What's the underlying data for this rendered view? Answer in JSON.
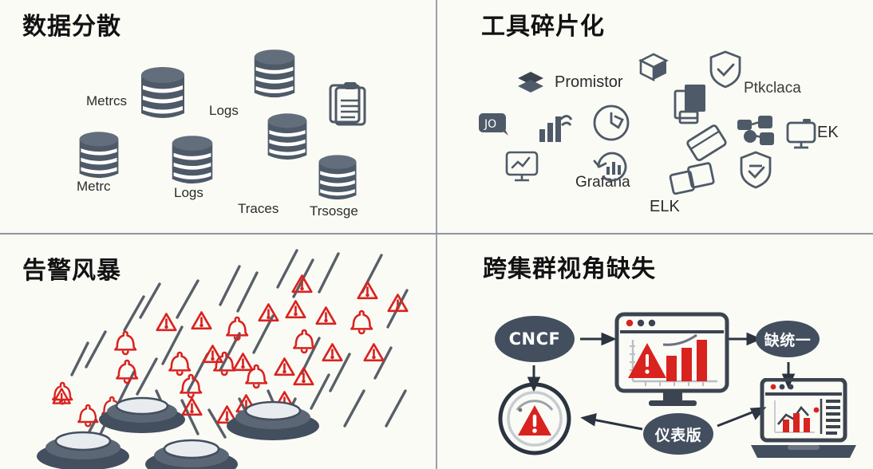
{
  "page": {
    "background_color": "#fbfbf6",
    "divider_color": "#9aa0a6",
    "accent_red": "#d9231f",
    "accent_slate": "#434f5e"
  },
  "quadrants": [
    {
      "id": "data-scattered",
      "title": "数据分散",
      "labels": [
        "Metrcs",
        "Logs",
        "Metrc",
        "Logs",
        "Traces",
        "Trsosge"
      ],
      "icons": [
        "database-icon",
        "database-icon",
        "database-icon",
        "database-icon",
        "database-icon",
        "database-icon",
        "database-icon",
        "clipboard-icon"
      ]
    },
    {
      "id": "tool-fragmentation",
      "title": "工具碎片化",
      "labels": [
        "Promistor",
        "Ptkclaca",
        "EK",
        "Grafana",
        "ELK"
      ],
      "icons": [
        "layers-icon",
        "package-icon",
        "shield-check-icon",
        "speaker-icon",
        "signal-bars-icon",
        "clock-arrow-icon",
        "documents-monitor-icon",
        "chart-monitor-icon",
        "refresh-chart-icon",
        "card-icon",
        "network-nodes-icon",
        "monitor-icon",
        "shield-minus-icon",
        "stacked-cards-icon"
      ]
    },
    {
      "id": "alert-storm",
      "title": "告警风暴",
      "labels": [],
      "icons": [
        "warning-triangle-icon",
        "bell-icon",
        "alarm-button-icon",
        "motion-streak"
      ]
    },
    {
      "id": "cross-cluster-blindspot",
      "title": "跨集群视角缺失",
      "labels": [],
      "icons": [
        "monitor-dashboard-icon",
        "gauge-alert-icon",
        "laptop-dashboard-icon",
        "arrow-right-icon",
        "arrow-down-icon",
        "arrow-diagonal-icon"
      ],
      "nodes": [
        {
          "name": "cncf",
          "label": "CNCF"
        },
        {
          "name": "no-unified",
          "label": "缺统一"
        },
        {
          "name": "dashboard",
          "label": "仪表版"
        }
      ]
    }
  ],
  "top_left": {
    "title": "数据分散",
    "items": [
      {
        "label": "Metrcs"
      },
      {
        "label": "Logs"
      },
      {
        "label": "Metrc"
      },
      {
        "label": "Logs"
      },
      {
        "label": "Traces"
      },
      {
        "label": "Trsosge"
      }
    ]
  },
  "top_right": {
    "title": "工具碎片化",
    "items": [
      {
        "label": "Promistor"
      },
      {
        "label": "Ptkclaca"
      },
      {
        "label": "EK"
      },
      {
        "label": "Grafana"
      },
      {
        "label": "ELK"
      }
    ]
  },
  "bottom_left": {
    "title": "告警风暴",
    "alert_count": 24,
    "bell_count": 16,
    "button_count": 4
  },
  "bottom_right": {
    "title": "跨集群视角缺失",
    "node_cncf": "CNCF",
    "node_unify": "缺统一",
    "node_dashboard": "仪表版"
  }
}
